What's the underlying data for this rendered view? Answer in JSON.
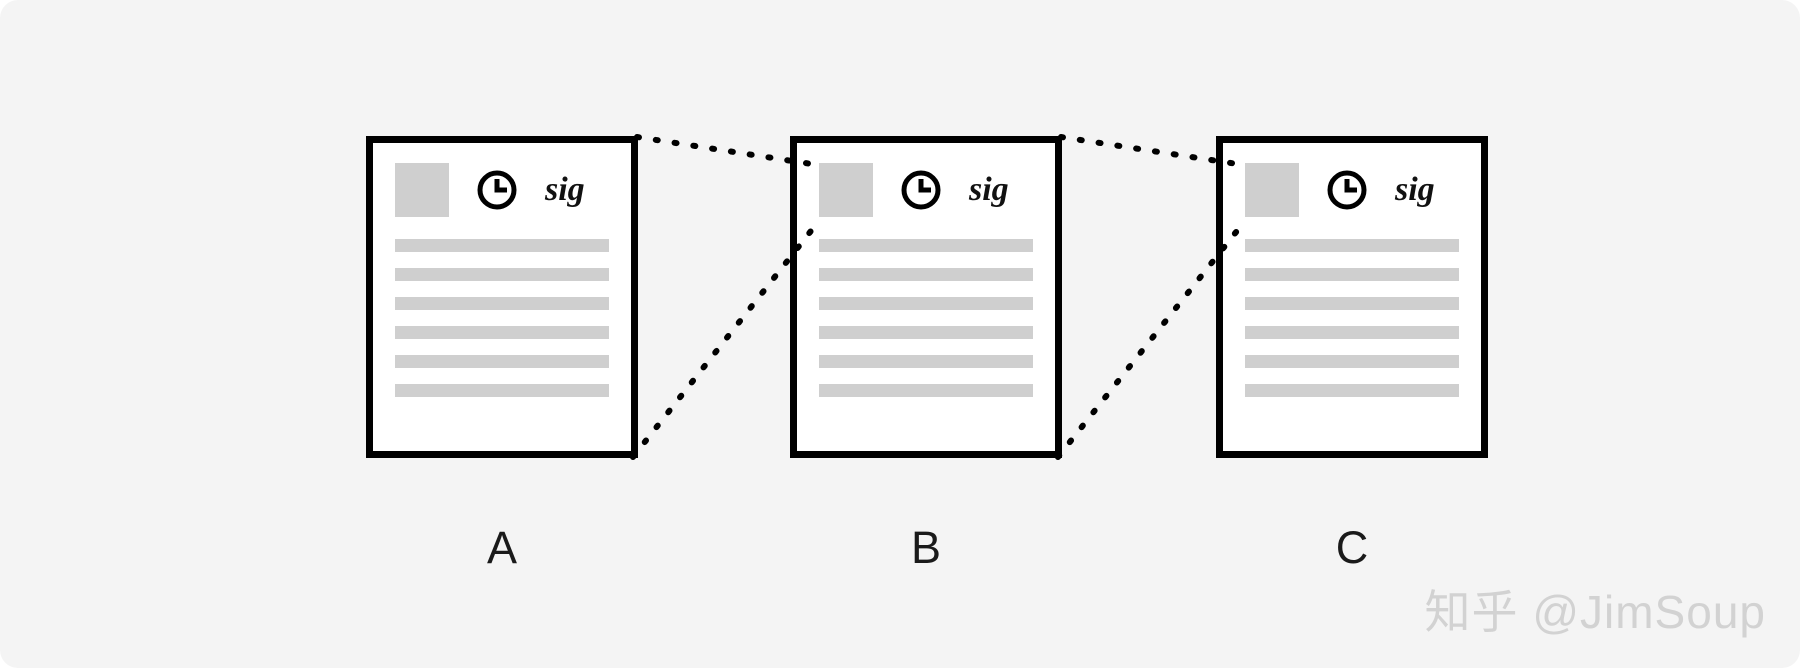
{
  "diagram": {
    "type": "hash-chain-document-diagram",
    "background_color": "#f4f4f4",
    "border_color": "#000000",
    "block_color": "#cfcfcf",
    "line_color": "#cfcfcf",
    "connector_style": "dotted",
    "connector_color": "#000000"
  },
  "documents": [
    {
      "id": "doc-a",
      "label": "A",
      "hash_block_name": "hash-block",
      "clock_icon": "clock-icon",
      "signature_label": "sig",
      "text_line_count": 6
    },
    {
      "id": "doc-b",
      "label": "B",
      "hash_block_name": "hash-block",
      "clock_icon": "clock-icon",
      "signature_label": "sig",
      "text_line_count": 6
    },
    {
      "id": "doc-c",
      "label": "C",
      "hash_block_name": "hash-block",
      "clock_icon": "clock-icon",
      "signature_label": "sig",
      "text_line_count": 6
    }
  ],
  "connectors": [
    {
      "from": "doc-a-top-right",
      "to": "doc-b-hash-block-top-left"
    },
    {
      "from": "doc-a-bottom-right",
      "to": "doc-b-hash-block-bottom-left"
    },
    {
      "from": "doc-b-top-right",
      "to": "doc-c-hash-block-top-left"
    },
    {
      "from": "doc-b-bottom-right",
      "to": "doc-c-hash-block-bottom-left"
    }
  ],
  "watermark": {
    "text": "知乎 @JimSoup",
    "color": "#d2d2d2"
  }
}
